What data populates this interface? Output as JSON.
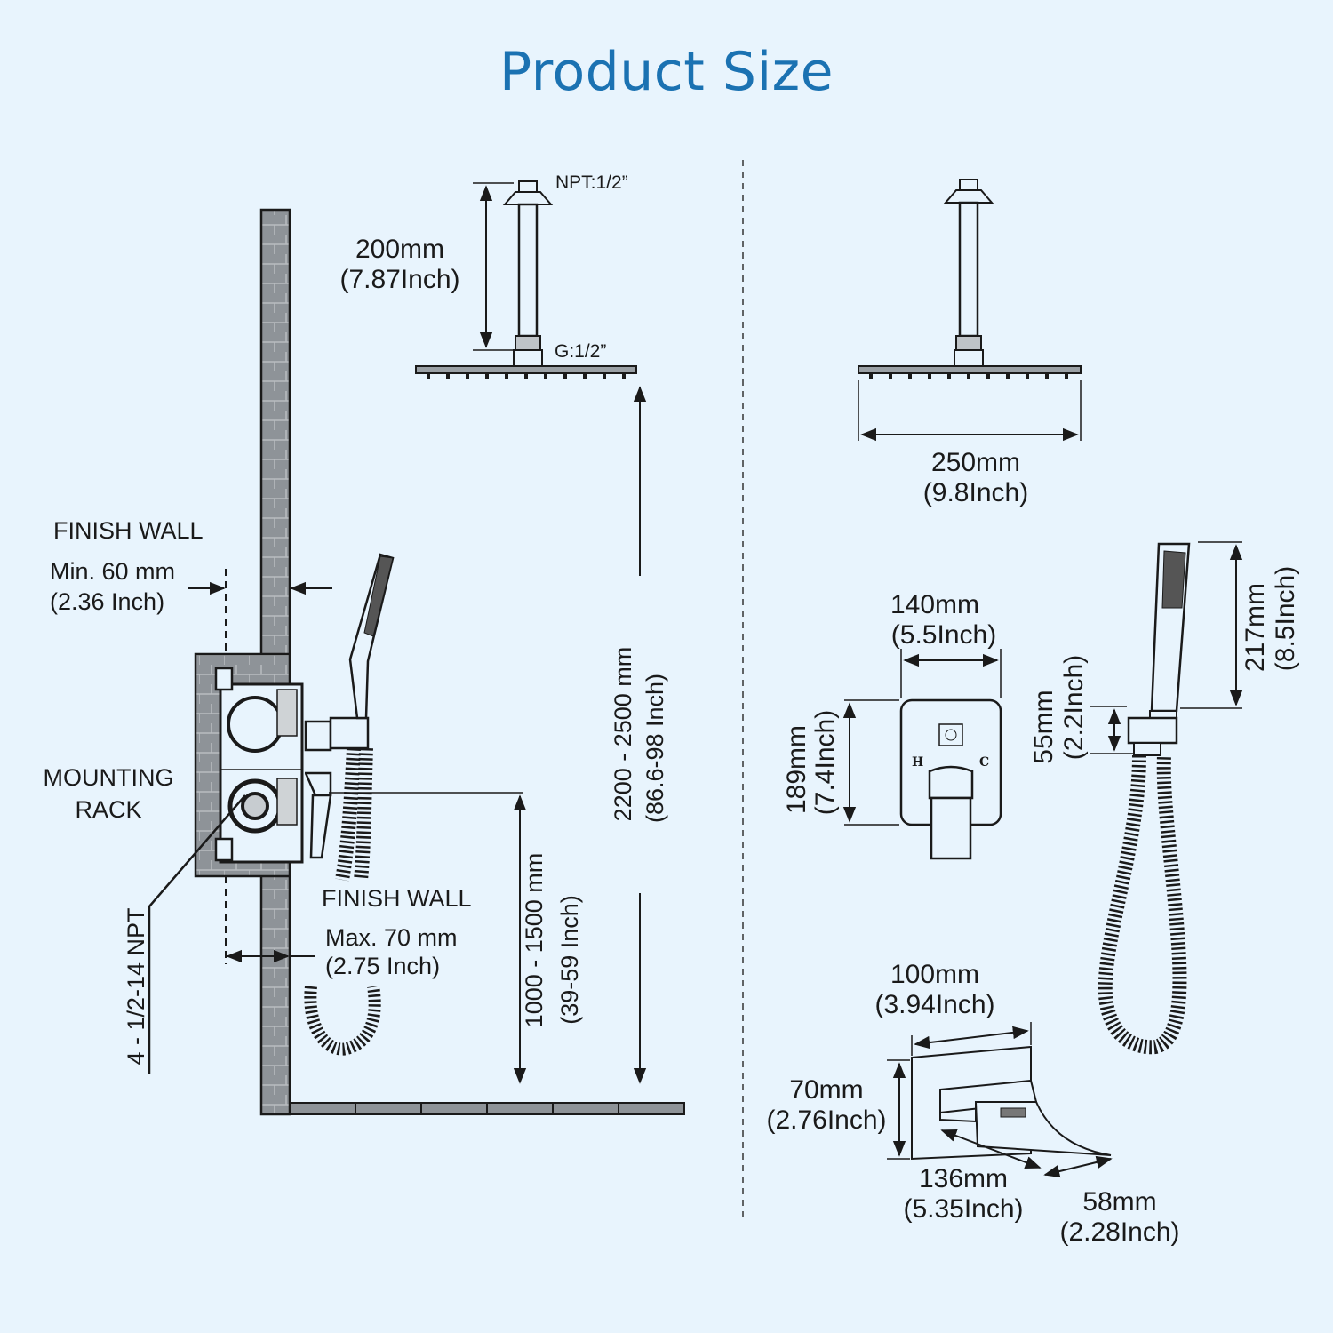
{
  "title": "Product Size",
  "labels": {
    "npt_top": "NPT:1/2”",
    "g_thread": "G:1/2”",
    "arm_length_mm": "200mm",
    "arm_length_inch": "(7.87Inch)",
    "head_width_mm": "250mm",
    "head_width_inch": "(9.8Inch)",
    "finish_wall_top": "FINISH   WALL",
    "finish_wall_min_mm": "Min. 60 mm",
    "finish_wall_min_inch": "(2.36 Inch)",
    "mounting_rack_line1": "MOUNTING",
    "mounting_rack_line2": "RACK",
    "npt_side": "4 - 1/2-14 NPT",
    "finish_wall_bottom": "FINISH  WALL",
    "finish_wall_max_mm": "Max. 70 mm",
    "finish_wall_max_inch": "(2.75 Inch)",
    "valve_height_mm": "1000 - 1500 mm",
    "valve_height_inch": "(39-59 Inch)",
    "head_height_mm": "2200 - 2500 mm",
    "head_height_inch": "(86.6-98 Inch)",
    "trim_width_mm": "140mm",
    "trim_width_inch": "(5.5Inch)",
    "trim_height_mm": "189mm",
    "trim_height_inch": "(7.4Inch)",
    "trim_h": "H",
    "trim_c": "C",
    "holder_mm": "55mm",
    "holder_inch": "(2.2Inch)",
    "handheld_mm": "217mm",
    "handheld_inch": "(8.5Inch)",
    "spout_width_mm": "100mm",
    "spout_width_inch": "(3.94Inch)",
    "spout_height_mm": "70mm",
    "spout_height_inch": "(2.76Inch)",
    "spout_length_mm": "136mm",
    "spout_length_inch": "(5.35Inch)",
    "spout_depth_mm": "58mm",
    "spout_depth_inch": "(2.28Inch)"
  },
  "colors": {
    "title": "#1b72b2",
    "background": "#e8f4fd",
    "wall": "#8e9398",
    "line": "#1a1a1a"
  }
}
